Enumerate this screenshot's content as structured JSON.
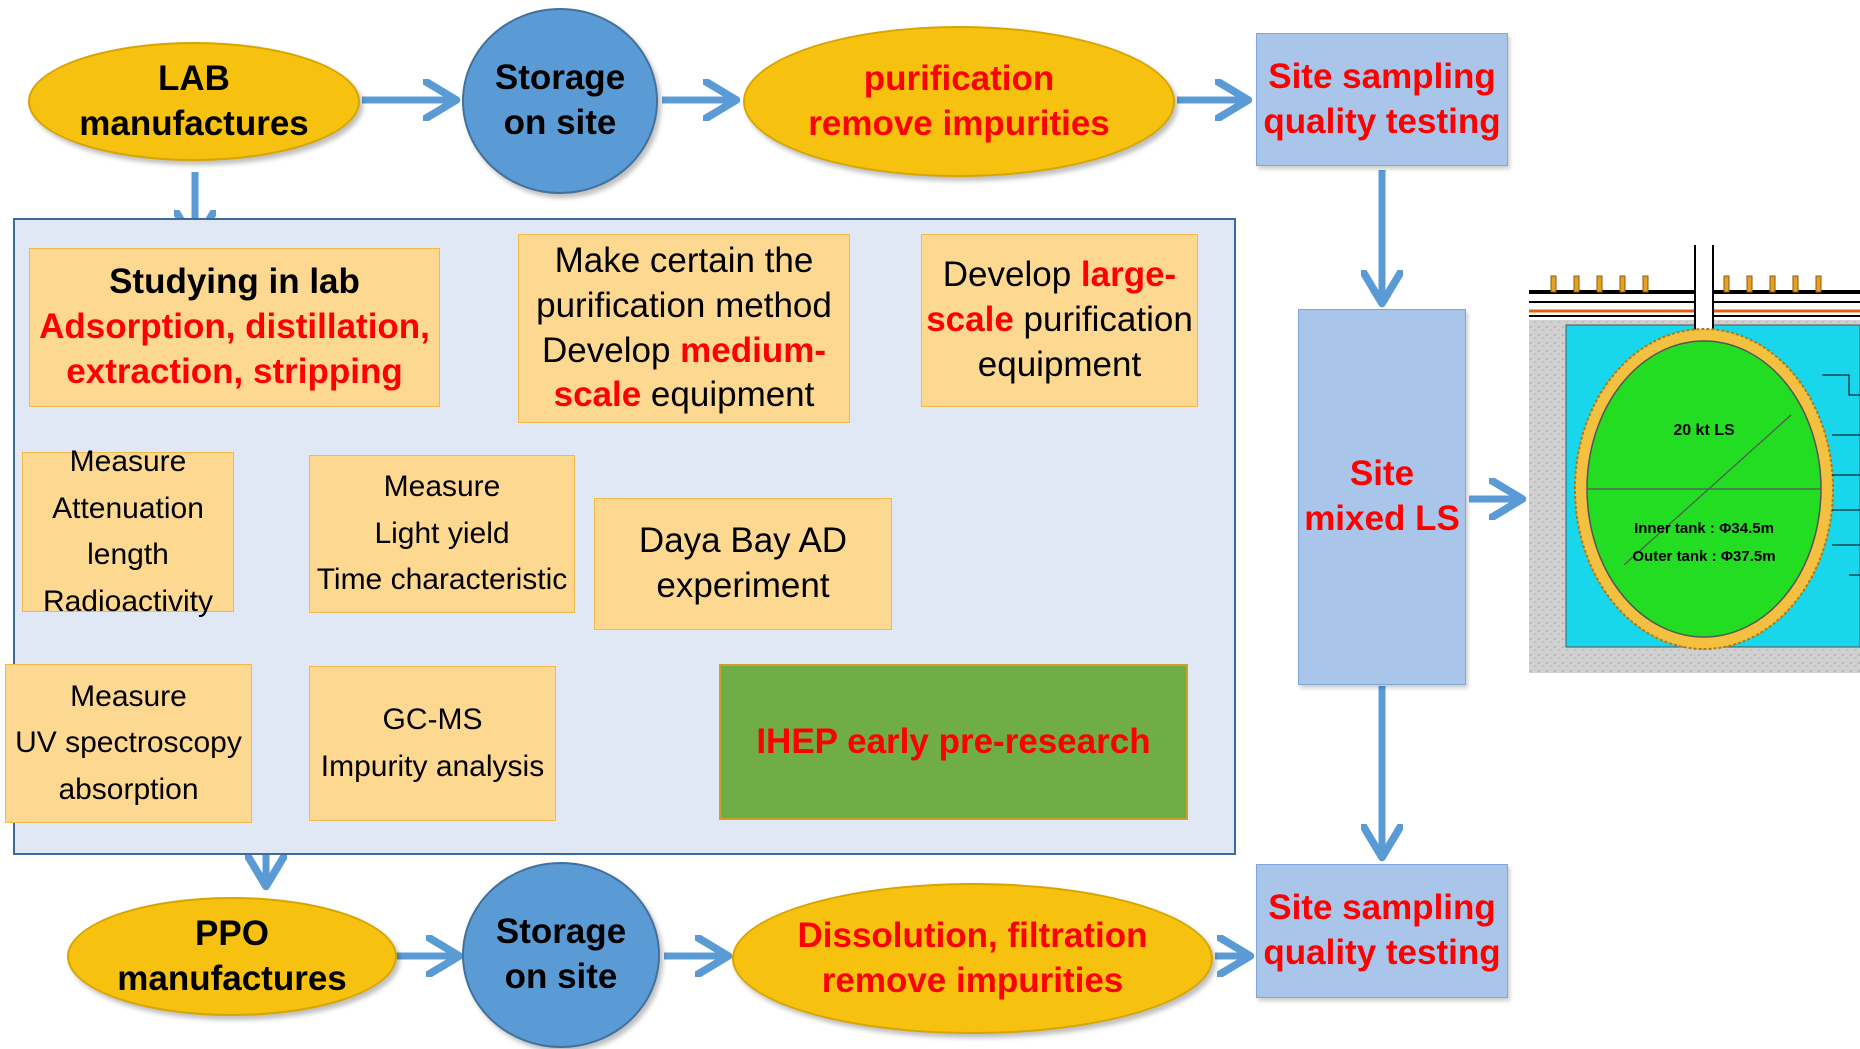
{
  "colors": {
    "ellipse_fill": "#f6c20f",
    "circle_fill": "#5b9bd5",
    "box_fill": "#a9c6ea",
    "orange_fill": "#fdd891",
    "panel_fill": "#dfe8f4",
    "green_fill": "#70ad47",
    "arrow": "#5b9bd5",
    "accent_red": "#ff0000"
  },
  "top_row": {
    "lab": [
      "LAB",
      "manufactures"
    ],
    "storage": [
      "Storage",
      "on site"
    ],
    "purification": [
      "purification",
      "remove impurities"
    ],
    "sampling": [
      "Site sampling",
      "quality testing"
    ]
  },
  "bottom_row": {
    "ppo": [
      "PPO",
      "manufactures"
    ],
    "storage": [
      "Storage",
      "on site"
    ],
    "dissolution": [
      "Dissolution, filtration",
      "remove impurities"
    ],
    "sampling": [
      "Site sampling",
      "quality testing"
    ]
  },
  "site_mixed": [
    "Site",
    "mixed LS"
  ],
  "lab_study": {
    "title": "Studying in lab",
    "methods": [
      "Adsorption, distillation,",
      "extraction, stripping"
    ]
  },
  "method_box": {
    "line1": "Make certain the",
    "line2": "purification method",
    "line3_pre": "Develop ",
    "line3_red": "medium-",
    "line4_red": "scale",
    "line4_post": " equipment"
  },
  "large_box": {
    "line1_pre": "Develop ",
    "line1_red": "large-",
    "line2_red": "scale",
    "line2_post": " purification",
    "line3": "equipment"
  },
  "measure_atten": [
    "Measure",
    "Attenuation",
    "length",
    "Radioactivity"
  ],
  "measure_uv": [
    "Measure",
    "UV spectroscopy",
    "absorption"
  ],
  "measure_light": [
    "Measure",
    "Light yield",
    "Time characteristic"
  ],
  "gcms": [
    "GC-MS",
    "Impurity analysis"
  ],
  "dayabay": [
    "Daya Bay AD",
    "experiment"
  ],
  "ihep": "IHEP early pre-research",
  "tank": {
    "center_label": "20 kt LS",
    "inner": "Inner tank :   Φ34.5m",
    "outer": "Outer tank :   Φ37.5m"
  }
}
